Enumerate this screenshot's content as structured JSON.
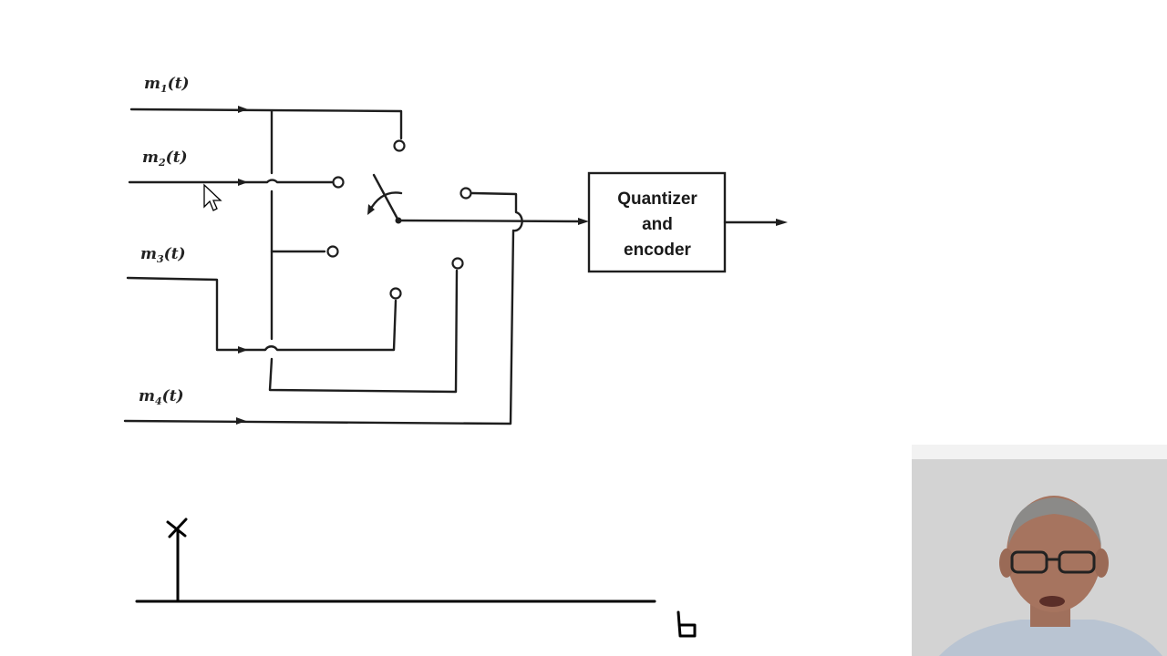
{
  "diagram": {
    "inputs": [
      {
        "base": "m",
        "subscript": "1",
        "arg": "(t)"
      },
      {
        "base": "m",
        "subscript": "2",
        "arg": "(t)"
      },
      {
        "base": "m",
        "subscript": "3",
        "arg": "(t)"
      },
      {
        "base": "m",
        "subscript": "4",
        "arg": "(t)"
      }
    ],
    "block": {
      "line1": "Quantizer",
      "line2": "and",
      "line3": "encoder"
    }
  },
  "sketch": {
    "time_label": "t"
  },
  "icons": {
    "cursor": "mouse-pointer-icon",
    "webcam": "presenter-webcam"
  },
  "colors": {
    "background": "#ffffff",
    "ink": "#1e1e1e"
  }
}
